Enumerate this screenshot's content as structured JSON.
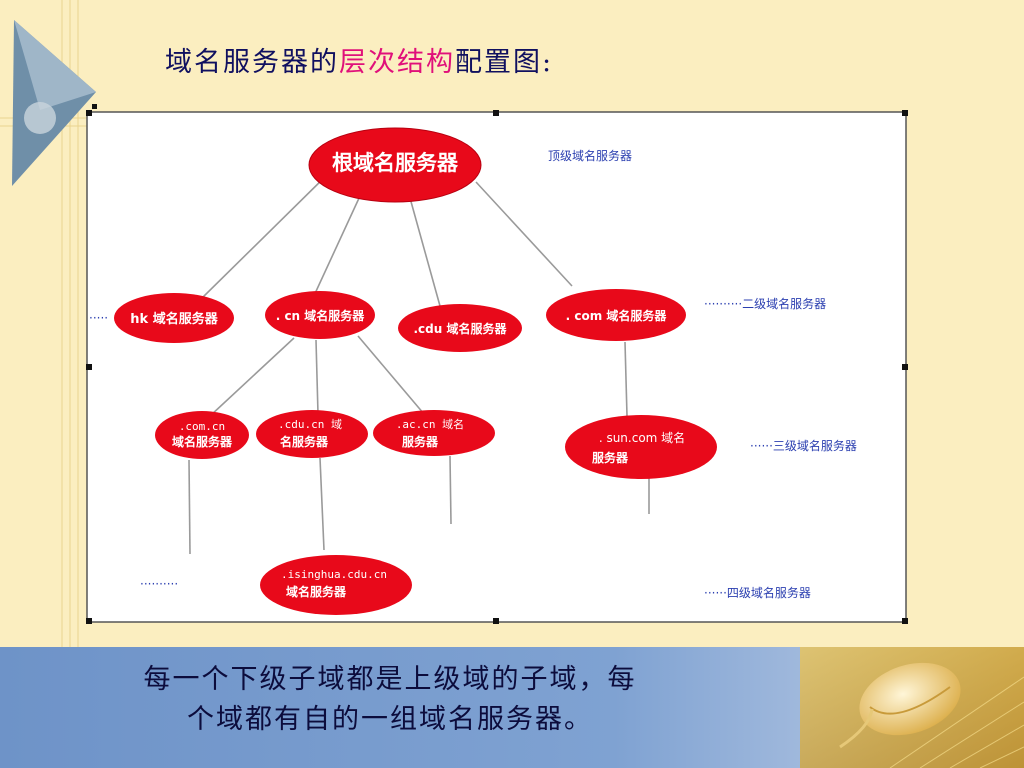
{
  "title": {
    "before": "域名服务器的",
    "highlight": "层次结构",
    "after": "配置图:"
  },
  "diagram": {
    "nodes": {
      "root": "根域名服务器",
      "hk": "hk 域名服务器",
      "cn": ". cn 域名服务器",
      "edu": ".cdu 域名服务器",
      "com": ". com 域名服务器",
      "com_cn_1": ".com.cn",
      "com_cn_2": "域名服务器",
      "edu_cn_1": ".cdu.cn 域",
      "edu_cn_2": "名服务器",
      "ac_cn_1": ".ac.cn 域名",
      "ac_cn_2": "服务器",
      "sun_com_1": ". sun.com 域名",
      "sun_com_2": "服务器",
      "tsinghua_1": ".isinghua.cdu.cn",
      "tsinghua_2": "域名服务器"
    },
    "levels": {
      "top": "顶级域名服务器",
      "second": "··········二级域名服务器",
      "third": "······三级域名服务器",
      "fourth": "······四级域名服务器"
    },
    "dots_left_second": "·····",
    "dots_left_fourth": "··········"
  },
  "footer": {
    "line1": "每一个下级子域都是上级域的子域，每",
    "line2": "个域都有自的一组域名服务器。"
  },
  "colors": {
    "node_fill": "#e8091a",
    "title_highlight": "#e0107a",
    "level_label": "#2b3fb0"
  }
}
